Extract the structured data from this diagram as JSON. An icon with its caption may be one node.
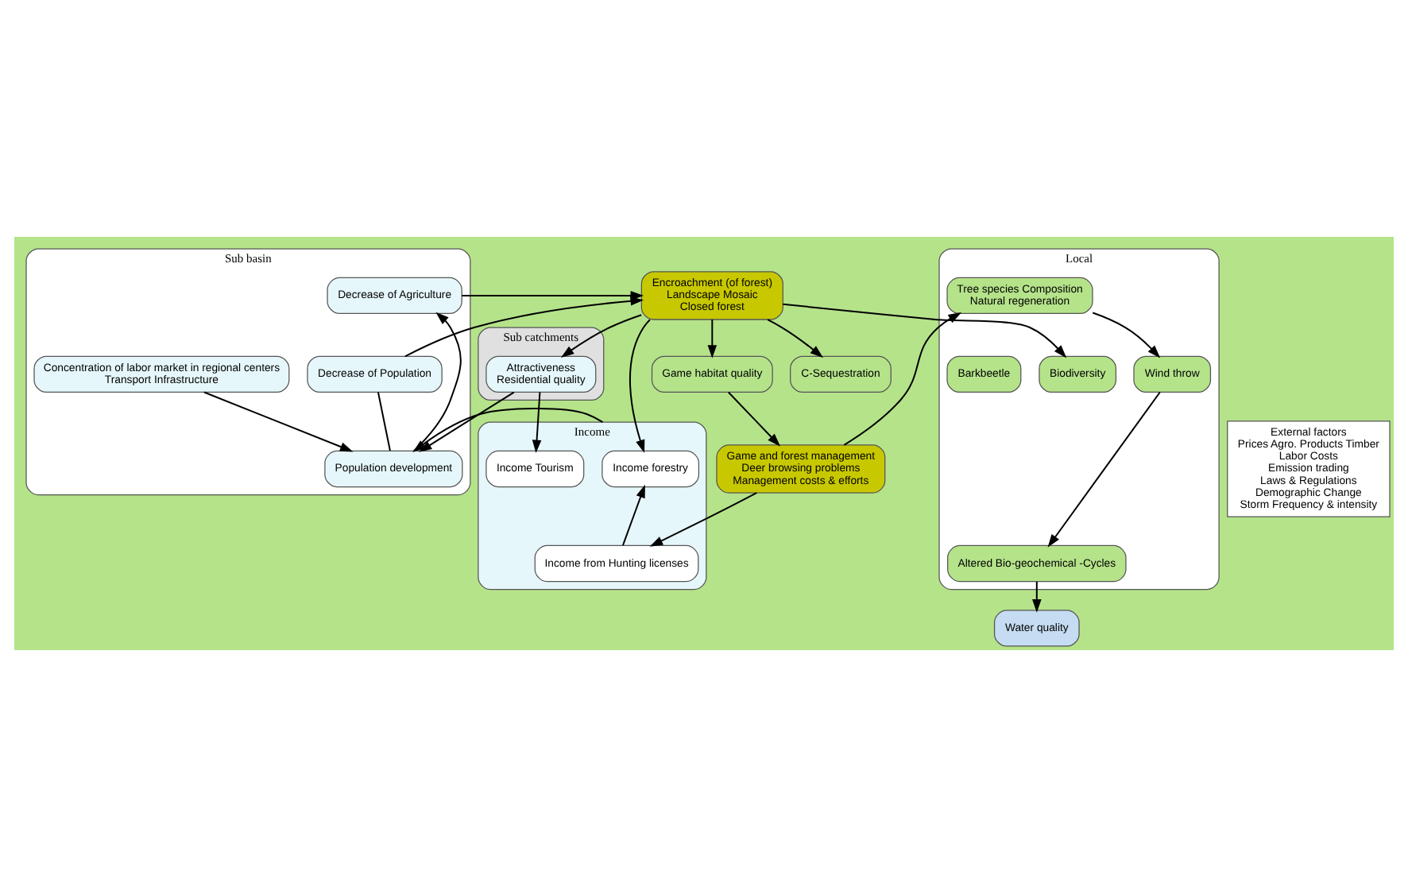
{
  "diagram": {
    "nodes": [
      {
        "text": [
          "Local"
        ]
      },
      {
        "text": [
          "Sub catchments"
        ]
      },
      {
        "text": [
          "Sub basin"
        ]
      },
      {
        "text": [
          "External factors",
          "Prices Agro. Products Timber",
          "Labor Costs",
          "Emission trading",
          "Laws & Regulations",
          "Demographic Change",
          "Storm Frequency & intensity"
        ]
      },
      {
        "text": [
          "Tree species Composition",
          "Natural regeneration"
        ],
        "in": 0
      },
      {
        "text": [
          "Encroachment (of forest)",
          "Landscape Mosaic",
          "Closed forest"
        ]
      },
      {
        "text": [
          "Decrease of Agriculture"
        ],
        "in": 2
      },
      {
        "text": [
          "Decrease of Population"
        ],
        "in": 2
      },
      {
        "text": [
          "Wind throw"
        ],
        "in": 0
      },
      {
        "text": [
          "Biodiversity"
        ],
        "in": 0
      },
      {
        "text": [
          "Barkbeetle"
        ],
        "in": 0
      },
      {
        "text": [
          "C-Sequestration"
        ]
      },
      {
        "text": [
          "Concentration of labor market in regional centers",
          "Transport Infrastructure"
        ],
        "in": 2
      },
      {
        "text": [
          "Game habitat quality"
        ]
      },
      {
        "text": [
          "Attractiveness",
          "Residential quality"
        ],
        "in": 1
      },
      {
        "text": [
          "Game and forest management",
          "Deer browsing problems",
          "Management costs & efforts"
        ]
      },
      {
        "text": [
          "Income"
        ]
      },
      {
        "text": [
          "Income forestry"
        ],
        "in": 16
      },
      {
        "text": [
          "Income Tourism"
        ],
        "in": 16
      },
      {
        "text": [
          "Income from Hunting licenses"
        ],
        "in": 16
      },
      {
        "text": [
          "Population development"
        ],
        "in": 2
      },
      {
        "text": [
          "Altered Bio-geochemical -Cycles"
        ],
        "in": 0
      },
      {
        "text": [
          "Water quality"
        ]
      }
    ],
    "edges": [
      {
        "from": 4,
        "to": 8,
        "arrow": "to"
      },
      {
        "from": 5,
        "to": 9,
        "arrow": "to"
      },
      {
        "from": 5,
        "to": 13,
        "arrow": "to"
      },
      {
        "from": 5,
        "to": 14,
        "arrow": "to"
      },
      {
        "from": 5,
        "to": 11,
        "arrow": "to"
      },
      {
        "from": 5,
        "to": 17,
        "arrow": "to"
      },
      {
        "from": 6,
        "to": 5,
        "arrow": "to"
      },
      {
        "from": 7,
        "to": 5,
        "arrow": "to"
      },
      {
        "from": 7,
        "to": 20,
        "arrow": "none"
      },
      {
        "from": 20,
        "to": 6,
        "arrow": "to"
      },
      {
        "from": 12,
        "to": 20,
        "arrow": "to"
      },
      {
        "from": 14,
        "to": 20,
        "arrow": "to"
      },
      {
        "from": 14,
        "to": 18,
        "arrow": "to"
      },
      {
        "from": 13,
        "to": 15,
        "arrow": "to"
      },
      {
        "from": 15,
        "to": 4,
        "arrow": "to"
      },
      {
        "from": 15,
        "to": 19,
        "arrow": "to"
      },
      {
        "from": 19,
        "to": 17,
        "arrow": "to"
      },
      {
        "from": 16,
        "to": 20,
        "arrow": "to"
      },
      {
        "from": 8,
        "to": 21,
        "arrow": "to"
      },
      {
        "from": 21,
        "to": 22,
        "arrow": "to"
      }
    ]
  }
}
